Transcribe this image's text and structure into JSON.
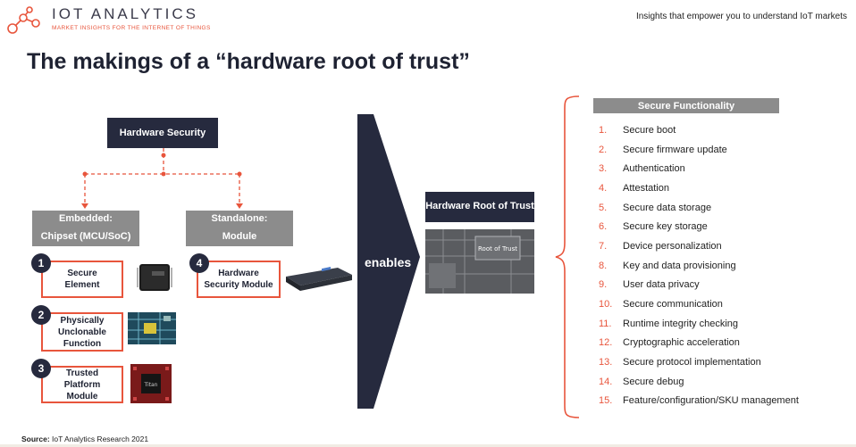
{
  "header": {
    "logo_brand": "IOT ANALYTICS",
    "logo_tagline": "MARKET INSIGHTS FOR THE INTERNET OF THINGS",
    "tagline": "Insights that empower you to understand IoT markets"
  },
  "title": "The makings of a “hardware root of trust”",
  "diagram": {
    "hardware_security": "Hardware Security",
    "embedded": {
      "line1": "Embedded:",
      "line2": "Chipset (MCU/SoC)"
    },
    "standalone": {
      "line1": "Standalone:",
      "line2": "Module"
    },
    "items": [
      {
        "number": "1",
        "label": "Secure Element"
      },
      {
        "number": "2",
        "label": "Physically Unclonable Function"
      },
      {
        "number": "3",
        "label": "Trusted Platform Module"
      },
      {
        "number": "4",
        "label": "Hardware Security Module"
      }
    ],
    "enables": "enables",
    "root_of_trust": "Hardware Root of Trust",
    "root_of_trust_image_label": "Root of Trust",
    "chip_label": "Titan"
  },
  "secure_functionality": {
    "header": "Secure Functionality",
    "items": [
      {
        "num": "1.",
        "label": "Secure boot"
      },
      {
        "num": "2.",
        "label": "Secure firmware update"
      },
      {
        "num": "3.",
        "label": "Authentication"
      },
      {
        "num": "4.",
        "label": "Attestation"
      },
      {
        "num": "5.",
        "label": "Secure data storage"
      },
      {
        "num": "6.",
        "label": "Secure key storage"
      },
      {
        "num": "7.",
        "label": "Device personalization"
      },
      {
        "num": "8.",
        "label": "Key and data provisioning"
      },
      {
        "num": "9.",
        "label": "User data privacy"
      },
      {
        "num": "10.",
        "label": "Secure communication"
      },
      {
        "num": "11.",
        "label": "Runtime integrity checking"
      },
      {
        "num": "12.",
        "label": "Cryptographic acceleration"
      },
      {
        "num": "13.",
        "label": "Secure protocol implementation"
      },
      {
        "num": "14.",
        "label": "Secure debug"
      },
      {
        "num": "15.",
        "label": "Feature/configuration/SKU management"
      }
    ]
  },
  "source": {
    "prefix": "Source:",
    "text": "IoT Analytics Research 2021"
  },
  "colors": {
    "accent": "#e8553c",
    "dark": "#262a3e",
    "gray": "#8c8c8c"
  }
}
